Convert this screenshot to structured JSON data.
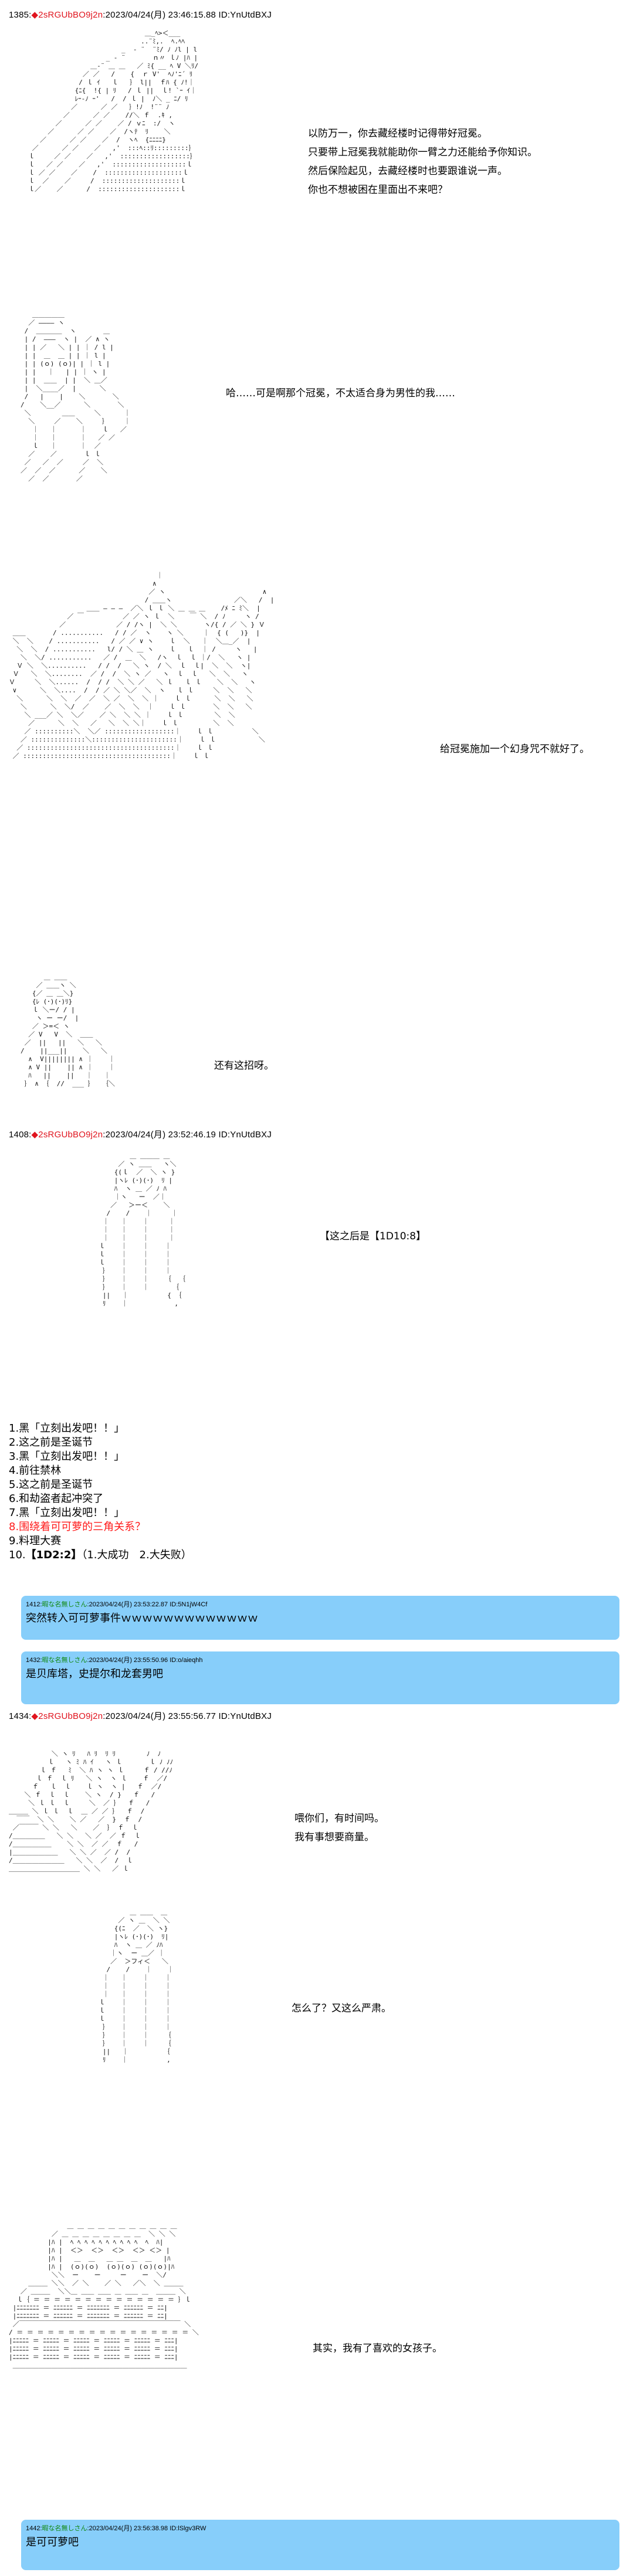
{
  "posts": [
    {
      "number": "1385",
      "trip_marker": "◆",
      "trip": "2sRGUbBO9j2n",
      "datetime": "2023/04/24(月) 23:46:15.88",
      "id": "ID:YnUtdBXJ",
      "panels": [
        {
          "dialog": [
            "以防万一，你去藏经楼时记得带好冠冕。",
            "只要带上冠冕我就能助你一臂之力还能给予你知识。",
            "然后保险起见，去藏经楼时也要跟谁说一声。",
            "你也不想被困在里面出不来吧？"
          ]
        },
        {
          "dialog": [
            "哈……可是啊那个冠冕，不太适合身为男性的我……"
          ]
        },
        {
          "dialog": [
            "给冠冕施加一个幻身咒不就好了。"
          ]
        },
        {
          "dialog": [
            "还有这招呀。"
          ]
        }
      ]
    },
    {
      "number": "1408",
      "trip_marker": "◆",
      "trip": "2sRGUbBO9j2n",
      "datetime": "2023/04/24(月) 23:52:46.19",
      "id": "ID:YnUtdBXJ",
      "panels": [
        {
          "dialog": [
            "【这之后是【1D10:8】"
          ]
        }
      ],
      "choices": [
        {
          "label": "1.黑「立刻出发吧！！」",
          "highlight": false
        },
        {
          "label": "2.这之前是圣诞节",
          "highlight": false
        },
        {
          "label": "3.黑「立刻出发吧！！」",
          "highlight": false
        },
        {
          "label": "4.前往禁林",
          "highlight": false
        },
        {
          "label": "5.这之前是圣诞节",
          "highlight": false
        },
        {
          "label": "6.和劫盗者起冲突了",
          "highlight": false
        },
        {
          "label": "7.黑「立刻出发吧！！」",
          "highlight": false
        },
        {
          "label": "8.围绕着可可萝的三角关系？",
          "highlight": true
        },
        {
          "label": "9.料理大赛",
          "highlight": false
        },
        {
          "label_prefix": "10.",
          "label_bold": "【1D2:2】",
          "label_suffix": "（1.大成功　2.大失败）",
          "highlight": false
        }
      ]
    },
    {
      "number": "1434",
      "trip_marker": "◆",
      "trip": "2sRGUbBO9j2n",
      "datetime": "2023/04/24(月) 23:55:56.77",
      "id": "ID:YnUtdBXJ",
      "panels": [
        {
          "dialog": [
            "喂你们，有时间吗。",
            "我有事想要商量。"
          ]
        },
        {
          "dialog": [
            "怎么了？又这么严肃。"
          ]
        },
        {
          "dialog": [
            "其实，我有了喜欢的女孩子。"
          ]
        }
      ]
    }
  ],
  "replies": [
    {
      "number": "1412",
      "name": "暇な名無しさん",
      "datetime": "2023/04/24(月) 23:53:22.87",
      "id": "ID:5N1jW4Cf",
      "body": "突然转入可可萝事件ｗｗｗｗｗｗｗｗｗｗｗｗｗ"
    },
    {
      "number": "1432",
      "name": "暇な名無しさん",
      "datetime": "2023/04/24(月) 23:55:50.96",
      "id": "ID:o/aieqhh",
      "body": "是贝库塔，史提尔和龙套男吧"
    },
    {
      "number": "1442",
      "name": "暇な名無しさん",
      "datetime": "2023/04/24(月) 23:56:38.98",
      "id": "ID:lSlgv3RW",
      "body": "是可可萝吧"
    }
  ],
  "colors": {
    "trip": "#e0141e",
    "reply_bg": "#87cefa",
    "reply_name": "#118811",
    "highlight": "#ff1a1a"
  }
}
